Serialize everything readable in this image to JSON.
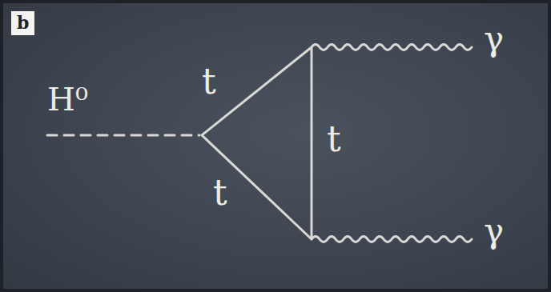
{
  "diagram": {
    "nodes": [
      {
        "text": [
          "b"
        ]
      }
    ],
    "labels": [
      "H⁰",
      "t",
      "t",
      "t",
      "γ",
      "γ"
    ]
  }
}
